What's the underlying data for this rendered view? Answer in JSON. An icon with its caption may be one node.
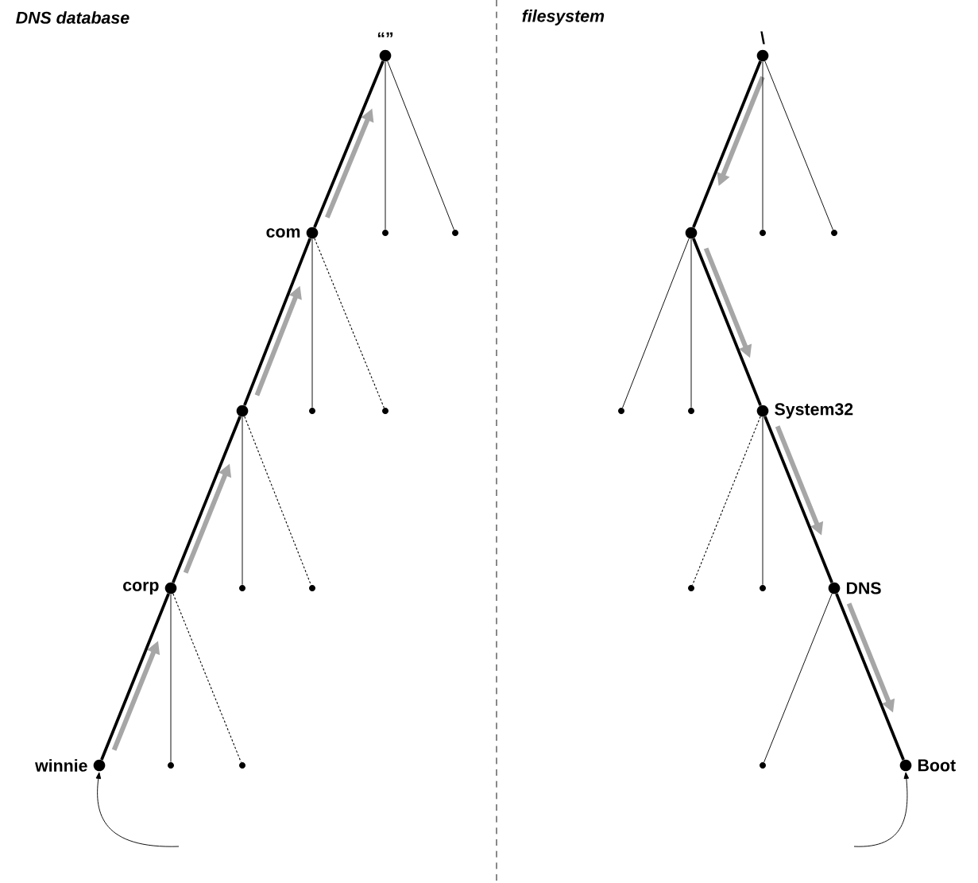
{
  "diagram": {
    "nodes": [
      {
        "text": [
          "“”"
        ]
      },
      {
        "text": [
          "com"
        ]
      },
      {
        "text": [],
        "shape": "circle"
      },
      {
        "text": [],
        "shape": "circle"
      },
      {
        "text": [],
        "shape": "circle"
      },
      {
        "text": [],
        "shape": "circle"
      },
      {
        "text": [],
        "shape": "circle"
      },
      {
        "text": [
          "corp"
        ]
      },
      {
        "text": [],
        "shape": "circle"
      },
      {
        "text": [],
        "shape": "circle"
      },
      {
        "text": [
          "winnie"
        ]
      },
      {
        "text": [],
        "shape": "circle"
      },
      {
        "text": [],
        "shape": "circle"
      },
      {
        "text": [
          "\\"
        ]
      },
      {
        "text": [],
        "shape": "circle"
      },
      {
        "text": [],
        "shape": "circle"
      },
      {
        "text": [],
        "shape": "circle"
      },
      {
        "text": [],
        "shape": "circle"
      },
      {
        "text": [],
        "shape": "circle"
      },
      {
        "text": [
          "System32"
        ]
      },
      {
        "text": [],
        "shape": "circle"
      },
      {
        "text": [],
        "shape": "circle"
      },
      {
        "text": [
          "DNS"
        ]
      },
      {
        "text": [],
        "shape": "circle"
      },
      {
        "text": [
          "Boot"
        ]
      }
    ],
    "edges": [
      {
        "from": 0,
        "to": 1,
        "arrow": "none",
        "style": "thick"
      },
      {
        "from": 0,
        "to": 2,
        "arrow": "none"
      },
      {
        "from": 0,
        "to": 3,
        "arrow": "none"
      },
      {
        "from": 1,
        "to": 4,
        "arrow": "none",
        "style": "thick"
      },
      {
        "from": 1,
        "to": 5,
        "arrow": "none"
      },
      {
        "from": 1,
        "to": 6,
        "arrow": "none",
        "style": "dashed"
      },
      {
        "from": 4,
        "to": 7,
        "arrow": "none",
        "style": "thick"
      },
      {
        "from": 4,
        "to": 8,
        "arrow": "none"
      },
      {
        "from": 4,
        "to": 9,
        "arrow": "none",
        "style": "dashed"
      },
      {
        "from": 7,
        "to": 10,
        "arrow": "none",
        "style": "thick"
      },
      {
        "from": 7,
        "to": 11,
        "arrow": "none"
      },
      {
        "from": 7,
        "to": 12,
        "arrow": "none",
        "style": "dashed"
      },
      {
        "from": 13,
        "to": 14,
        "arrow": "none",
        "style": "thick"
      },
      {
        "from": 13,
        "to": 15,
        "arrow": "none"
      },
      {
        "from": 13,
        "to": 16,
        "arrow": "none"
      },
      {
        "from": 14,
        "to": 17,
        "arrow": "none"
      },
      {
        "from": 14,
        "to": 18,
        "arrow": "none"
      },
      {
        "from": 14,
        "to": 19,
        "arrow": "none",
        "style": "thick"
      },
      {
        "from": 19,
        "to": 20,
        "arrow": "none",
        "style": "dashed"
      },
      {
        "from": 19,
        "to": 21,
        "arrow": "none"
      },
      {
        "from": 19,
        "to": 22,
        "arrow": "none",
        "style": "thick"
      },
      {
        "from": 22,
        "to": 23,
        "arrow": "none"
      },
      {
        "from": 22,
        "to": 24,
        "arrow": "none",
        "style": "thick"
      },
      {
        "from": null,
        "to": 10,
        "arrow": "to"
      },
      {
        "from": null,
        "to": 24,
        "arrow": "to"
      }
    ],
    "labels": [
      "DNS database",
      "filesystem"
    ]
  }
}
